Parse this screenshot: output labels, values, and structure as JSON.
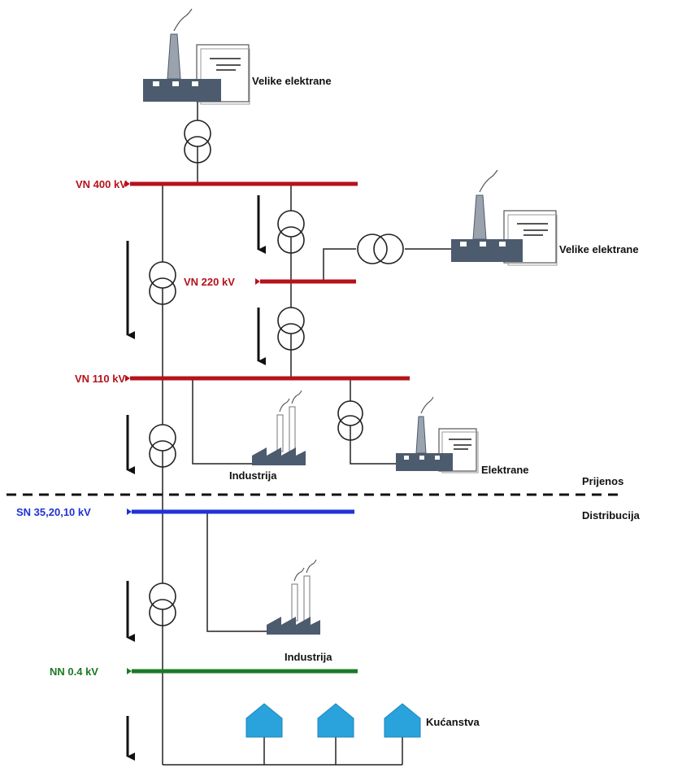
{
  "colors": {
    "vn": "#b5121b",
    "sn": "#1f32d6",
    "nn": "#1a7a26",
    "wire": "#222222",
    "plant_body": "#4d5b6e",
    "house": "#2aa3dd"
  },
  "buses": {
    "vn400": "VN 400 kV",
    "vn220": "VN 220 kV",
    "vn110": "VN 110 kV",
    "sn": "SN 35,20,10 kV",
    "nn": "NN 0.4 kV"
  },
  "labels": {
    "big_plant_top": "Velike elektrane",
    "big_plant_right": "Velike elektrane",
    "plant_small": "Elektrane",
    "industry_upper": "Industrija",
    "industry_lower": "Industrija",
    "households": "Kućanstva",
    "transmission": "Prijenos",
    "distribution": "Distribucija"
  }
}
